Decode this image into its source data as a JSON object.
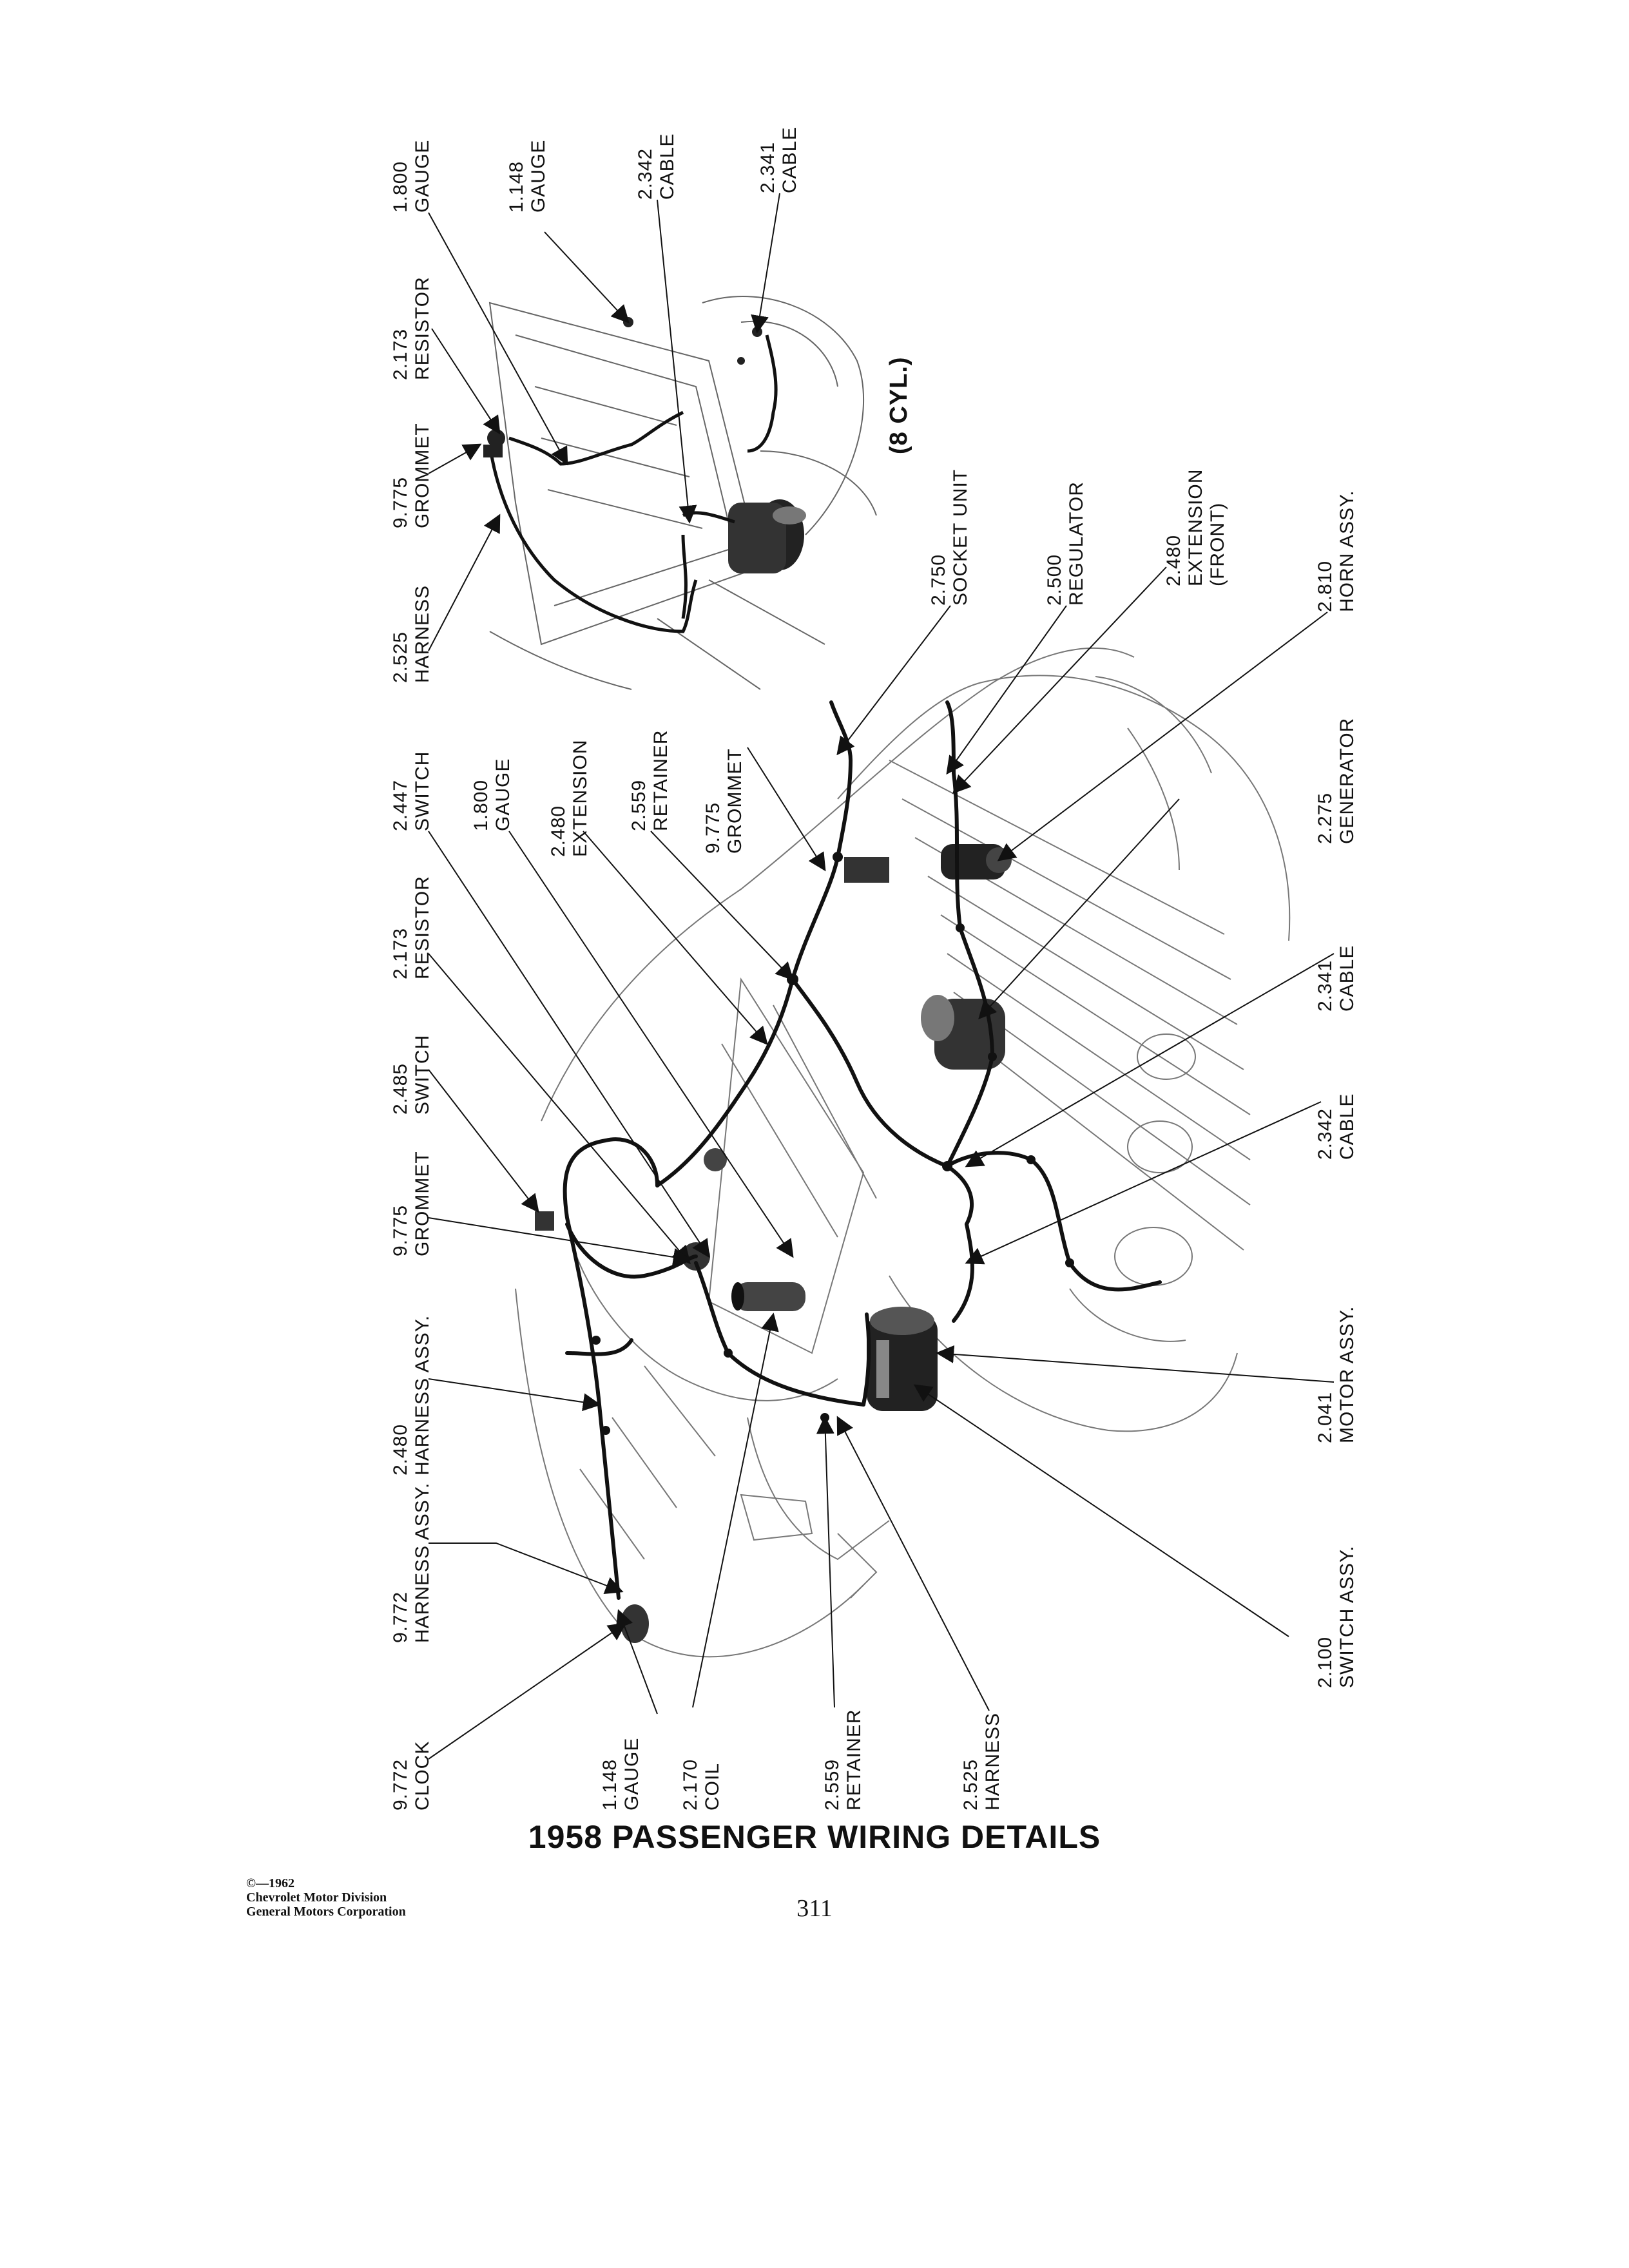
{
  "title": "1958 PASSENGER WIRING DETAILS",
  "page_number": "311",
  "copyright": {
    "line1": "©—1962",
    "line2": "Chevrolet Motor Division",
    "line3": "General Motors Corporation"
  },
  "inset_note": "(8 CYL.)",
  "inset_labels": [
    {
      "id": "inset-resistor",
      "num": "2.173",
      "name": "RESISTOR"
    },
    {
      "id": "inset-gauge-1800",
      "num": "1.800",
      "name": "GAUGE"
    },
    {
      "id": "inset-gauge-1148",
      "num": "1.148",
      "name": "GAUGE"
    },
    {
      "id": "inset-cable-2342",
      "num": "2.342",
      "name": "CABLE"
    },
    {
      "id": "inset-cable-2341",
      "num": "2.341",
      "name": "CABLE"
    },
    {
      "id": "inset-grommet",
      "num": "9.775",
      "name": "GROMMET"
    },
    {
      "id": "inset-harness",
      "num": "2.525",
      "name": "HARNESS"
    }
  ],
  "main_labels_left": [
    {
      "id": "switch-2447",
      "num": "2.447",
      "name": "SWITCH"
    },
    {
      "id": "gauge-1800",
      "num": "1.800",
      "name": "GAUGE"
    },
    {
      "id": "extension-2480",
      "num": "2.480",
      "name": "EXTENSION"
    },
    {
      "id": "retainer-2559-top",
      "num": "2.559",
      "name": "RETAINER"
    },
    {
      "id": "grommet-9775-top",
      "num": "9.775",
      "name": "GROMMET"
    },
    {
      "id": "resistor-2173",
      "num": "2.173",
      "name": "RESISTOR"
    },
    {
      "id": "switch-2485",
      "num": "2.485",
      "name": "SWITCH"
    },
    {
      "id": "grommet-9775",
      "num": "9.775",
      "name": "GROMMET"
    },
    {
      "id": "harness-2480",
      "num": "2.480",
      "name": "HARNESS ASSY."
    },
    {
      "id": "harness-9772",
      "num": "9.772",
      "name": "HARNESS ASSY."
    },
    {
      "id": "clock-9772",
      "num": "9.772",
      "name": "CLOCK"
    }
  ],
  "main_labels_bottom": [
    {
      "id": "gauge-1148",
      "num": "1.148",
      "name": "GAUGE"
    },
    {
      "id": "coil-2170",
      "num": "2.170",
      "name": "COIL"
    },
    {
      "id": "retainer-2559",
      "num": "2.559",
      "name": "RETAINER"
    },
    {
      "id": "harness-2525",
      "num": "2.525",
      "name": "HARNESS"
    }
  ],
  "main_labels_right": [
    {
      "id": "socket-2750",
      "num": "2.750",
      "name": "SOCKET UNIT"
    },
    {
      "id": "regulator-2500",
      "num": "2.500",
      "name": "REGULATOR"
    },
    {
      "id": "extension-front-2480",
      "num": "2.480",
      "name": "EXTENSION",
      "extra": "(FRONT)"
    },
    {
      "id": "horn-2810",
      "num": "2.810",
      "name": "HORN ASSY."
    },
    {
      "id": "generator-2275",
      "num": "2.275",
      "name": "GENERATOR"
    },
    {
      "id": "cable-2341",
      "num": "2.341",
      "name": "CABLE"
    },
    {
      "id": "cable-2342",
      "num": "2.342",
      "name": "CABLE"
    },
    {
      "id": "motor-2041",
      "num": "2.041",
      "name": "MOTOR ASSY."
    },
    {
      "id": "switch-2100",
      "num": "2.100",
      "name": "SWITCH ASSY."
    }
  ]
}
